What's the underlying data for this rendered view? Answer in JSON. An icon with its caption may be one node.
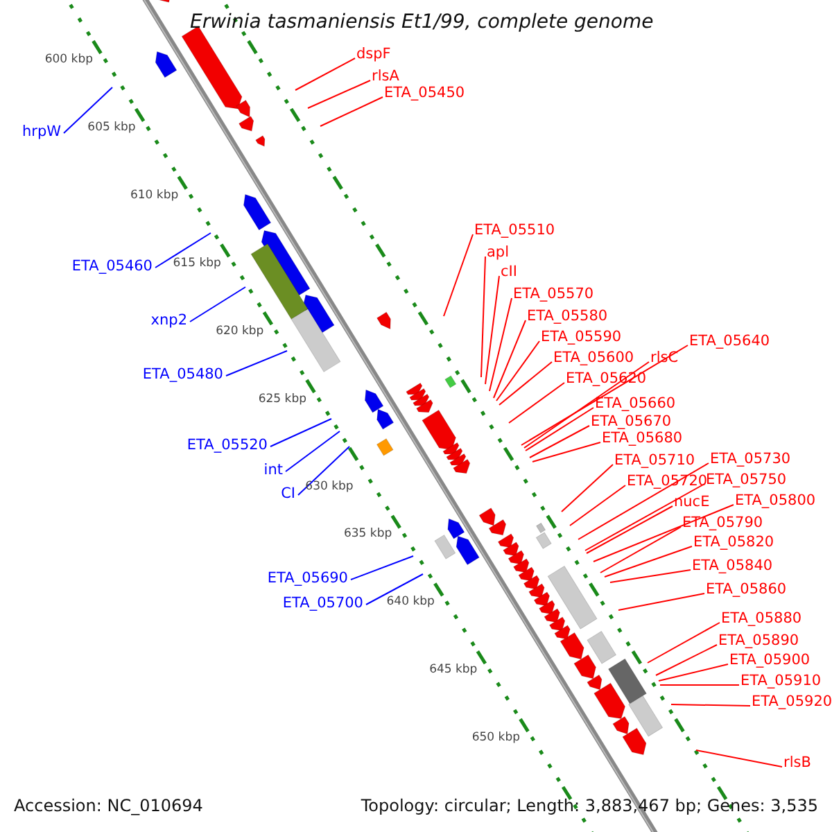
{
  "diagram": {
    "title": "Erwinia tasmaniensis Et1/99, complete genome",
    "nodes": [
      {
        "text": [
          "dspF"
        ]
      },
      {
        "text": [
          "rlsA"
        ]
      },
      {
        "text": [
          "ETA_05450"
        ]
      },
      {
        "text": [
          "hrpW"
        ]
      },
      {
        "text": [
          "ETA_05510"
        ]
      },
      {
        "text": [
          "apl"
        ]
      },
      {
        "text": [
          "cII"
        ]
      },
      {
        "text": [
          "ETA_05460"
        ]
      },
      {
        "text": [
          "ETA_05570"
        ]
      },
      {
        "text": [
          "ETA_05580"
        ]
      },
      {
        "text": [
          "xnp2"
        ]
      },
      {
        "text": [
          "ETA_05590"
        ]
      },
      {
        "text": [
          "ETA_05640"
        ]
      },
      {
        "text": [
          "ETA_05600"
        ]
      },
      {
        "text": [
          "rlsC"
        ]
      },
      {
        "text": [
          "ETA_05480"
        ]
      },
      {
        "text": [
          "ETA_05620"
        ]
      },
      {
        "text": [
          "ETA_05660"
        ]
      },
      {
        "text": [
          "ETA_05670"
        ]
      },
      {
        "text": [
          "ETA_05680"
        ]
      },
      {
        "text": [
          "ETA_05520"
        ]
      },
      {
        "text": [
          "ETA_05730"
        ]
      },
      {
        "text": [
          "ETA_05710"
        ]
      },
      {
        "text": [
          "int"
        ]
      },
      {
        "text": [
          "ETA_05750"
        ]
      },
      {
        "text": [
          "ETA_05720"
        ]
      },
      {
        "text": [
          "CI"
        ]
      },
      {
        "text": [
          "nucE"
        ]
      },
      {
        "text": [
          "ETA_05800"
        ]
      },
      {
        "text": [
          "ETA_05790"
        ]
      },
      {
        "text": [
          "ETA_05820"
        ]
      },
      {
        "text": [
          "ETA_05840"
        ]
      },
      {
        "text": [
          "ETA_05690"
        ]
      },
      {
        "text": [
          "ETA_05860"
        ]
      },
      {
        "text": [
          "ETA_05700"
        ]
      },
      {
        "text": [
          "ETA_05880"
        ]
      },
      {
        "text": [
          "ETA_05890"
        ]
      },
      {
        "text": [
          "ETA_05900"
        ]
      },
      {
        "text": [
          "ETA_05910"
        ]
      },
      {
        "text": [
          "ETA_05920"
        ]
      },
      {
        "text": [
          "rlsB"
        ]
      }
    ],
    "edges": [
      {
        "from": 0,
        "to": null,
        "arrow": "none"
      },
      {
        "from": 1,
        "to": null,
        "arrow": "none"
      },
      {
        "from": 2,
        "to": null,
        "arrow": "none"
      },
      {
        "from": 3,
        "to": null,
        "arrow": "none",
        "color": "#0000ff"
      },
      {
        "from": 4,
        "to": null,
        "arrow": "none"
      },
      {
        "from": 5,
        "to": null,
        "arrow": "none"
      },
      {
        "from": 6,
        "to": null,
        "arrow": "none"
      },
      {
        "from": 7,
        "to": null,
        "arrow": "none",
        "color": "#0000ff"
      },
      {
        "from": 8,
        "to": null,
        "arrow": "none"
      },
      {
        "from": 9,
        "to": null,
        "arrow": "none"
      },
      {
        "from": 10,
        "to": null,
        "arrow": "none",
        "color": "#0000ff"
      },
      {
        "from": 11,
        "to": null,
        "arrow": "none"
      },
      {
        "from": 12,
        "to": null,
        "arrow": "none"
      },
      {
        "from": 13,
        "to": null,
        "arrow": "none"
      },
      {
        "from": 14,
        "to": null,
        "arrow": "none"
      },
      {
        "from": 15,
        "to": null,
        "arrow": "none",
        "color": "#0000ff"
      },
      {
        "from": 16,
        "to": null,
        "arrow": "none"
      },
      {
        "from": 17,
        "to": null,
        "arrow": "none"
      },
      {
        "from": 18,
        "to": null,
        "arrow": "none"
      },
      {
        "from": 19,
        "to": null,
        "arrow": "none"
      },
      {
        "from": 20,
        "to": null,
        "arrow": "none",
        "color": "#0000ff"
      },
      {
        "from": 21,
        "to": null,
        "arrow": "none"
      },
      {
        "from": 22,
        "to": null,
        "arrow": "none"
      },
      {
        "from": 23,
        "to": null,
        "arrow": "none",
        "color": "#0000ff"
      },
      {
        "from": 24,
        "to": null,
        "arrow": "none"
      },
      {
        "from": 25,
        "to": null,
        "arrow": "none"
      },
      {
        "from": 26,
        "to": null,
        "arrow": "none",
        "color": "#0000ff"
      },
      {
        "from": 27,
        "to": null,
        "arrow": "none"
      },
      {
        "from": 28,
        "to": null,
        "arrow": "none"
      },
      {
        "from": 29,
        "to": null,
        "arrow": "none"
      },
      {
        "from": 30,
        "to": null,
        "arrow": "none"
      },
      {
        "from": 31,
        "to": null,
        "arrow": "none"
      },
      {
        "from": 32,
        "to": null,
        "arrow": "none",
        "color": "#0000ff"
      },
      {
        "from": 33,
        "to": null,
        "arrow": "none"
      },
      {
        "from": 34,
        "to": null,
        "arrow": "none",
        "color": "#0000ff"
      },
      {
        "from": 35,
        "to": null,
        "arrow": "none"
      },
      {
        "from": 36,
        "to": null,
        "arrow": "none"
      },
      {
        "from": 37,
        "to": null,
        "arrow": "none"
      },
      {
        "from": 38,
        "to": null,
        "arrow": "none"
      },
      {
        "from": 39,
        "to": null,
        "arrow": "none"
      },
      {
        "from": 40,
        "to": null,
        "arrow": "none"
      }
    ],
    "labels": [
      "600 kbp",
      "605 kbp",
      "610 kbp",
      "615 kbp",
      "620 kbp",
      "625 kbp",
      "630 kbp",
      "635 kbp",
      "640 kbp",
      "645 kbp",
      "650 kbp",
      "Accession: NC_010694",
      "Topology: circular; Length: 3,883,467 bp; Genes: 3,535"
    ]
  }
}
